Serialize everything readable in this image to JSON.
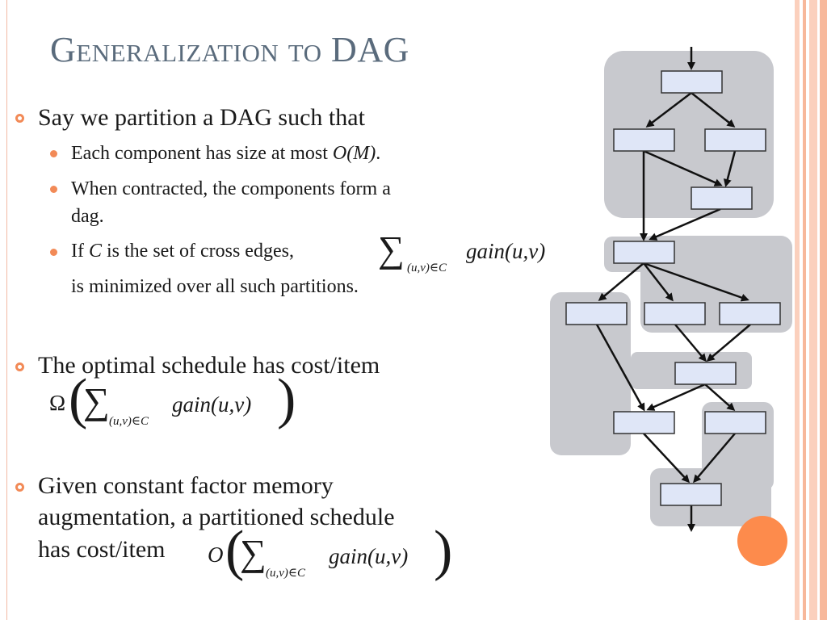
{
  "slide": {
    "title": "Generalization to DAG",
    "bullets": {
      "b1": "Say we partition a DAG such that",
      "b1_sub1_pre": "Each component has size at most ",
      "b1_sub1_math": "O(M)",
      "b1_sub1_post": ".",
      "b1_sub2_line1": "When contracted, the components form a",
      "b1_sub2_line2": "dag.",
      "b1_sub3_pre": "If ",
      "b1_sub3_var": "C",
      "b1_sub3_mid": " is the set of cross edges,",
      "b1_sub3_line2": "is minimized over all such partitions.",
      "b2": "The optimal schedule has cost/item",
      "b3_line1": "Given constant factor memory",
      "b3_line2": "augmentation, a partitioned schedule",
      "b3_line3": "has cost/item"
    },
    "formulas": {
      "sum_symbol": "∑",
      "sum_subscript": "(u,v)∈C",
      "sum_body": "gain(u,v)",
      "omega": "Ω",
      "big_o": "O"
    }
  },
  "colors": {
    "title": "#5a6b7c",
    "bullet_accent": "#f28a57",
    "group_fill": "#c8c9ce",
    "node_fill": "#dfe6f7",
    "decor_circle": "#fd8b4c"
  }
}
